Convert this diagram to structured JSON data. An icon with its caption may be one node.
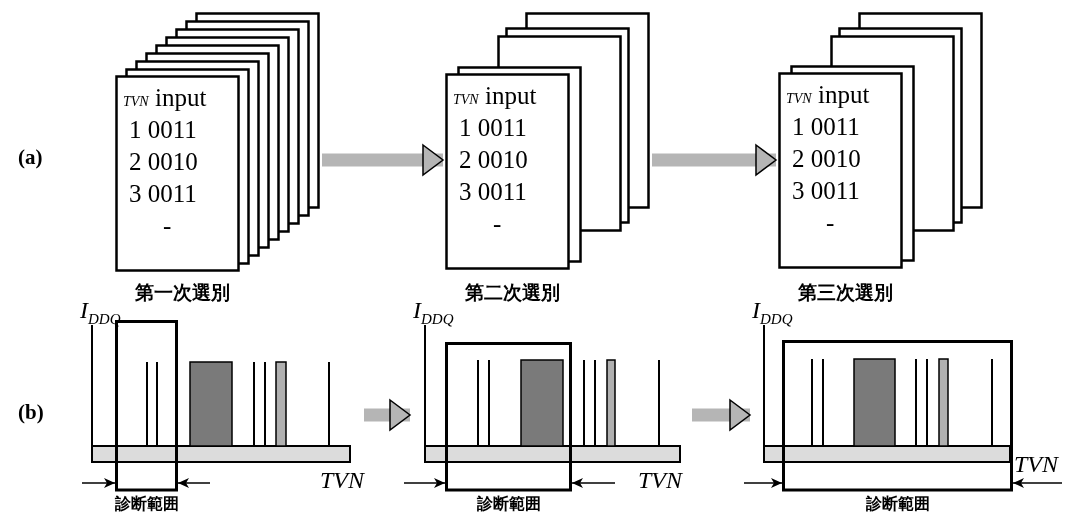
{
  "diagram": {
    "nodes": [
      {
        "text": [
          "*TVN* input",
          "1 0011",
          "2 0010",
          "3 0011",
          "-"
        ],
        "beside": [
          "第一次選別"
        ]
      },
      {
        "text": [
          "*TVN* input",
          "1 0011",
          "2 0010",
          "3 0011",
          "-"
        ],
        "beside": [
          "第二次選別"
        ]
      },
      {
        "text": [
          "*TVN* input",
          "1 0011",
          "2 0010",
          "3 0011",
          "-"
        ],
        "beside": [
          "第三次選別"
        ]
      },
      {
        "text": [
          "I$_{DDQ}$",
          "TVN"
        ]
      },
      {
        "text": [
          "診断範囲"
        ],
        "in": 3
      },
      {
        "text": [
          "I$_{DDQ}$",
          "TVN"
        ]
      },
      {
        "text": [
          "診断範囲"
        ],
        "in": 5
      },
      {
        "text": [
          "I$_{DDQ}$",
          "TVN"
        ]
      },
      {
        "text": [
          "診断範囲"
        ],
        "in": 7
      }
    ],
    "edges": [
      {
        "from": 0,
        "to": 1,
        "arrow": "to",
        "style": "thick",
        "color": "#b5b5b5"
      },
      {
        "from": 1,
        "to": 2,
        "arrow": "to",
        "style": "thick",
        "color": "#b5b5b5"
      },
      {
        "from": 3,
        "to": 5,
        "arrow": "to",
        "style": "thick",
        "color": "#b5b5b5"
      },
      {
        "from": 5,
        "to": 7,
        "arrow": "to",
        "style": "thick",
        "color": "#b5b5b5"
      },
      {
        "from": null,
        "to": 4,
        "arrow": "to"
      },
      {
        "from": null,
        "to": 4,
        "arrow": "to"
      },
      {
        "from": null,
        "to": 6,
        "arrow": "to"
      },
      {
        "from": null,
        "to": 6,
        "arrow": "to"
      },
      {
        "from": null,
        "to": 8,
        "arrow": "to"
      },
      {
        "from": null,
        "to": 8,
        "arrow": "to"
      }
    ],
    "labels": [
      "(a)",
      "(b)"
    ]
  }
}
